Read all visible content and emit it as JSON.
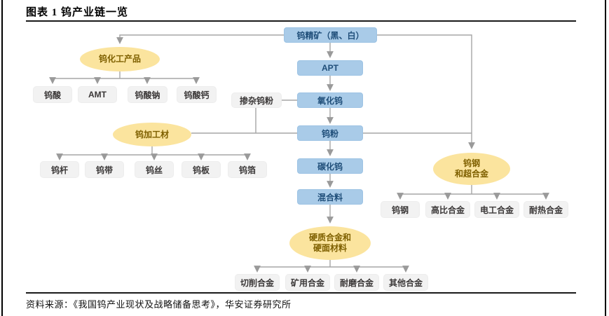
{
  "header": {
    "title": "图表 1 钨产业链一览"
  },
  "footer": {
    "source": "资料来源：《我国钨产业现状及战略储备思考》，华安证券研究所"
  },
  "colors": {
    "chain_box_fill": "#A9CBE8",
    "chain_box_text": "#1F4E79",
    "branch_ellipse_fill": "#FBE49E",
    "branch_ellipse_text": "#7F6000",
    "leaf_box_fill": "#F2F2F2",
    "leaf_box_text": "#3B3838",
    "connector_line": "#A6A6A6",
    "border": "#000000"
  },
  "nodes": {
    "chain": [
      "钨精矿（黑、白）",
      "APT",
      "氧化钨",
      "钨粉",
      "碳化钨",
      "混合料"
    ],
    "side_input": "掺杂钨粉",
    "branches": [
      {
        "label": "钨化工产品",
        "children": [
          "钨酸",
          "AMT",
          "钨酸钠",
          "钨酸钙"
        ]
      },
      {
        "label": "钨加工材",
        "children": [
          "钨杆",
          "钨带",
          "钨丝",
          "钨板",
          "钨箔"
        ]
      },
      {
        "label": "钨钢\n和超合金",
        "children": [
          "钨钢",
          "高比合金",
          "电工合金",
          "耐热合金"
        ]
      },
      {
        "label": "硬质合金和\n硬面材料",
        "children": [
          "切削合金",
          "矿用合金",
          "耐磨合金",
          "其他合金"
        ]
      }
    ]
  }
}
